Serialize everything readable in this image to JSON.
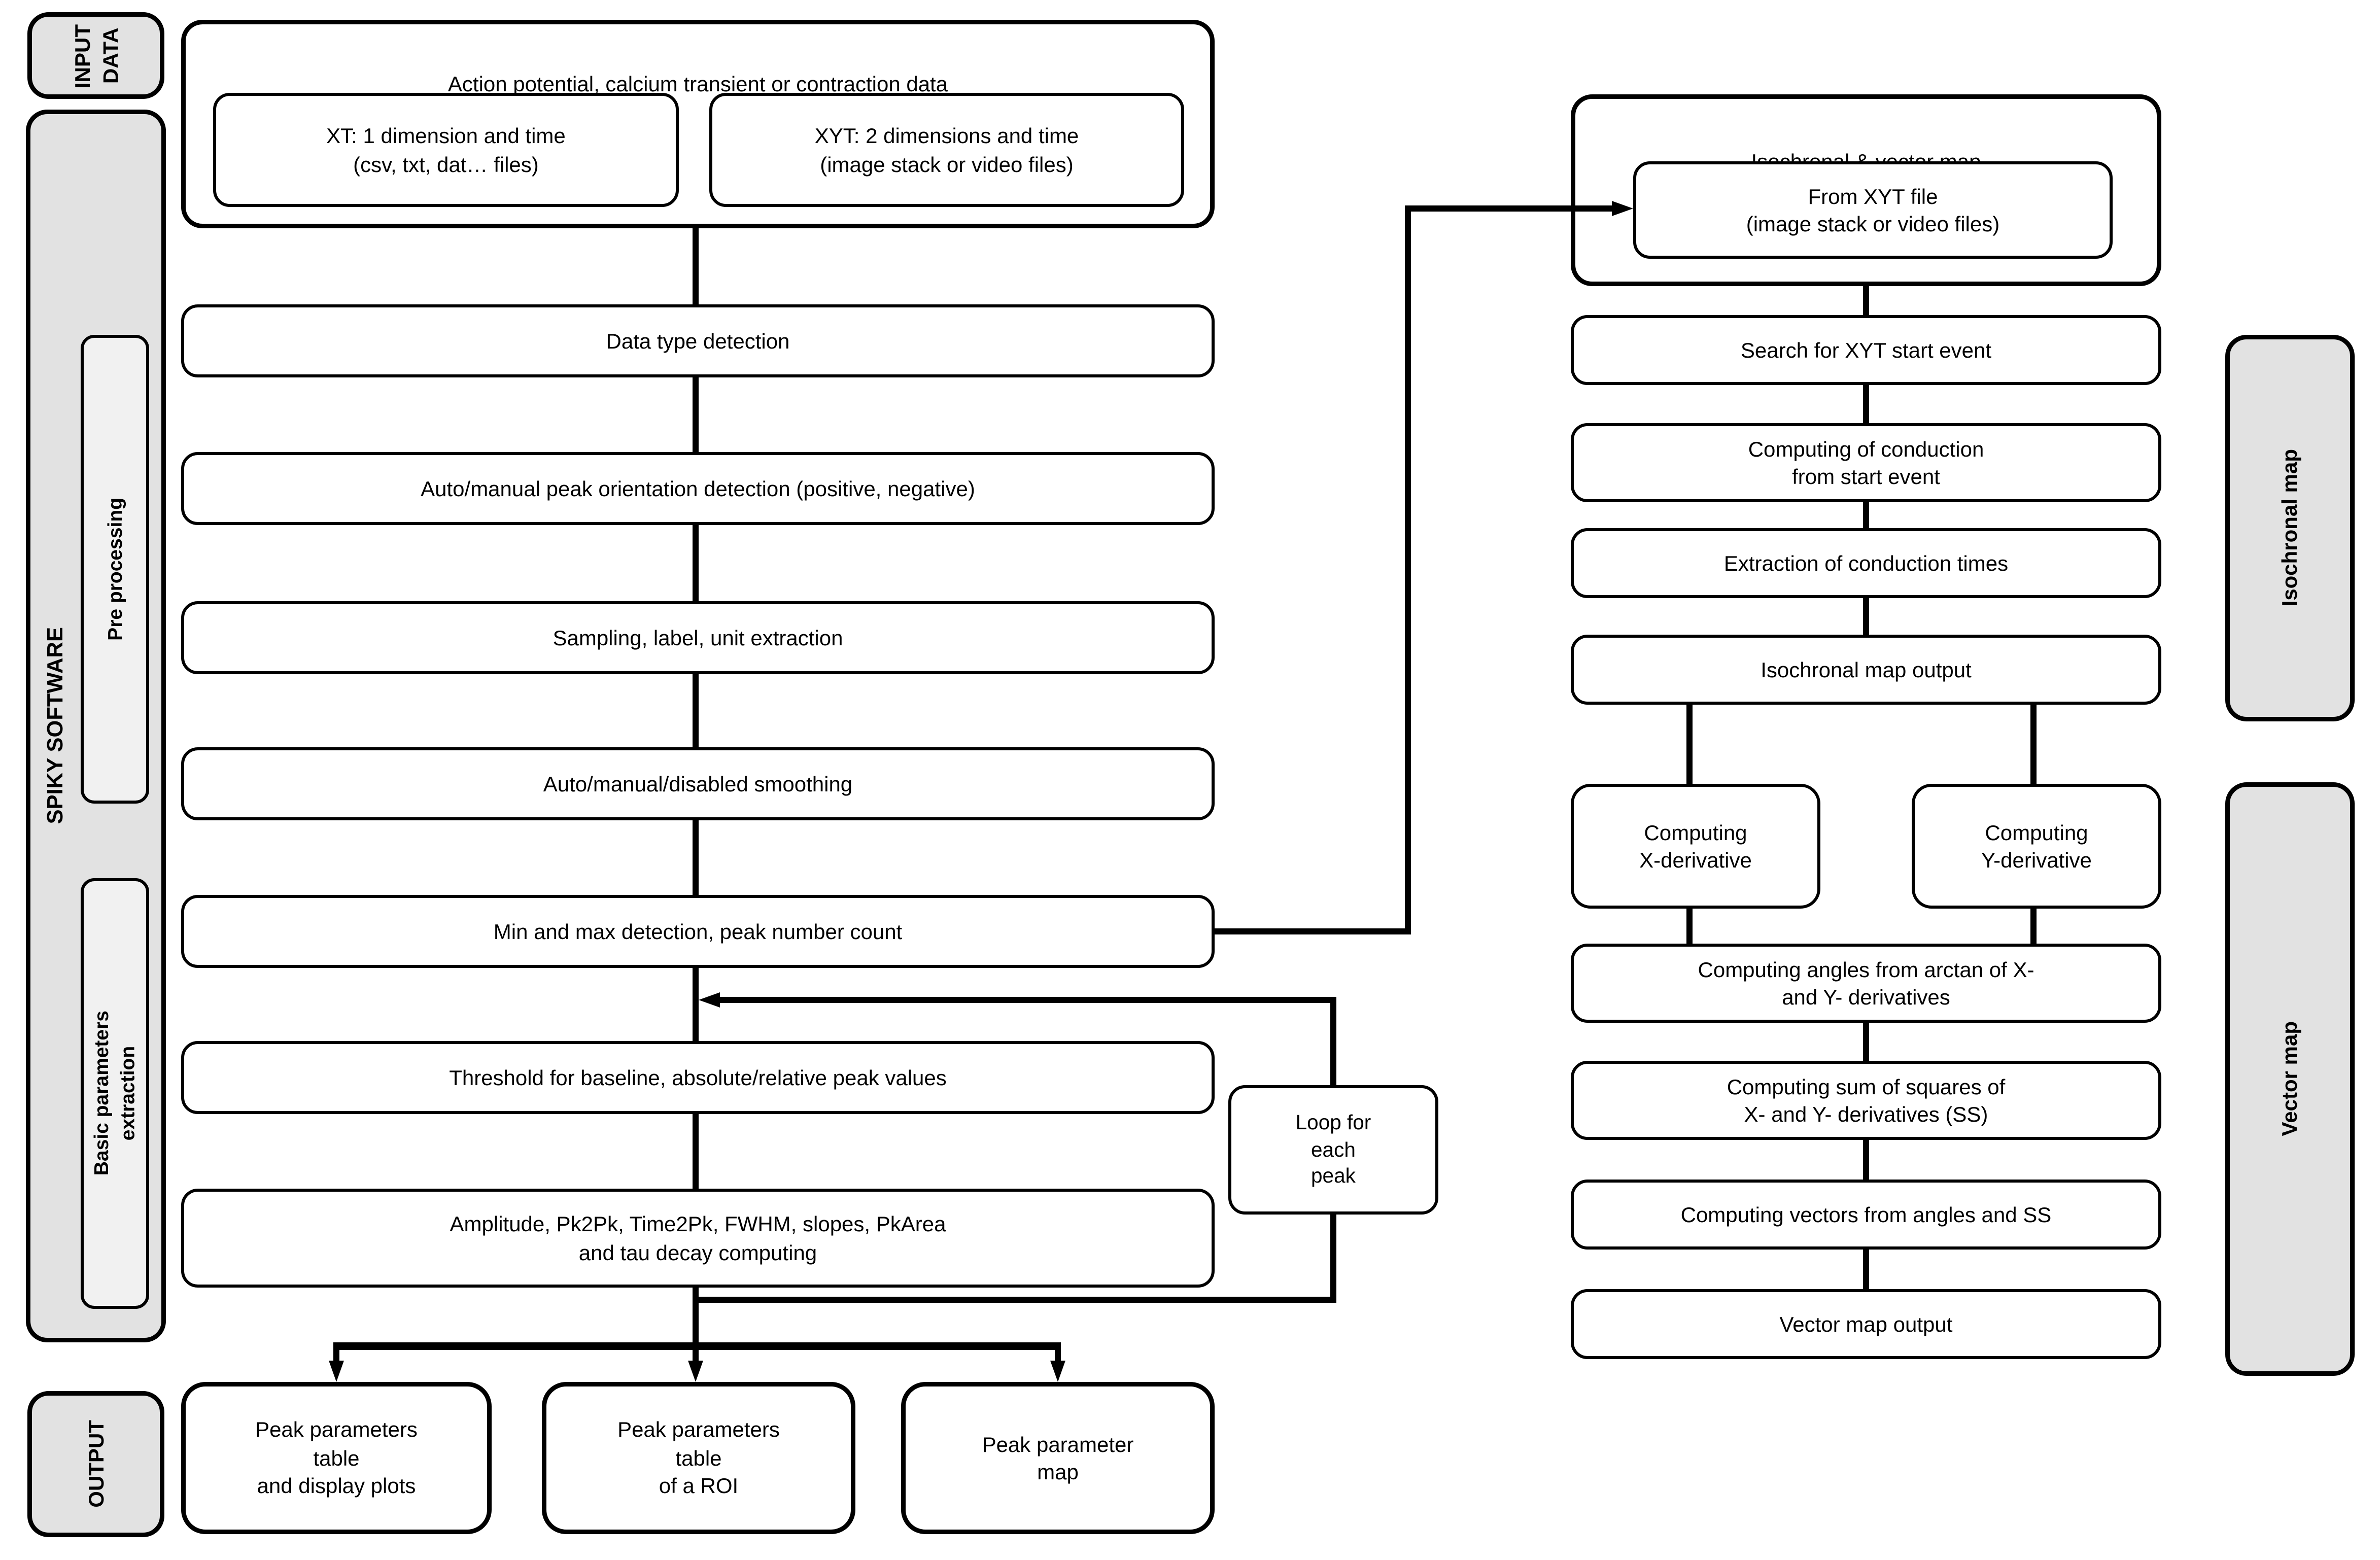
{
  "colors": {
    "box_fill": "#ffffff",
    "label_fill": "#e2e2e2",
    "inner_label_fill": "#f1f1f1",
    "line": "#000000"
  },
  "left_panel": {
    "input_data": "INPUT\nDATA",
    "spiky_software": "SPIKY SOFTWARE",
    "pre_processing": "Pre processing",
    "basic_parameters": "Basic parameters\nextraction",
    "output": "OUTPUT"
  },
  "main_flow": {
    "source_title": "Action potential, calcium transient or contraction data",
    "xt_input": "XT: 1 dimension and time\n(csv, txt, dat… files)",
    "xyt_input": "XYT: 2 dimensions and time\n(image stack or video files)",
    "steps": [
      "Data type detection",
      "Auto/manual peak orientation detection (positive, negative)",
      "Sampling, label, unit extraction",
      "Auto/manual/disabled smoothing",
      "Min and max detection, peak number count",
      "Threshold for baseline, absolute/relative peak values",
      "Amplitude, Pk2Pk, Time2Pk, FWHM, slopes, PkArea\nand tau decay computing"
    ],
    "loop_label": "Loop for\neach\npeak",
    "outputs": [
      "Peak parameters\ntable\nand display plots",
      "Peak parameters\ntable\nof a ROI",
      "Peak parameter\nmap"
    ]
  },
  "right_flow": {
    "header": "Isochronal & vector map",
    "from_xyt": "From XYT file\n(image stack or video files)",
    "isochronal_steps": [
      "Search for XYT start event",
      "Computing of conduction\nfrom start event",
      "Extraction of conduction times",
      "Isochronal map output"
    ],
    "x_derivative": "Computing\nX-derivative",
    "y_derivative": "Computing\nY-derivative",
    "vector_steps": [
      "Computing angles from arctan of X-\nand Y- derivatives",
      "Computing sum of squares of\nX- and Y- derivatives (SS)",
      "Computing vectors from angles and SS",
      "Vector map output"
    ],
    "isochronal_map_label": "Isochronal map",
    "vector_map_label": "Vector map"
  }
}
